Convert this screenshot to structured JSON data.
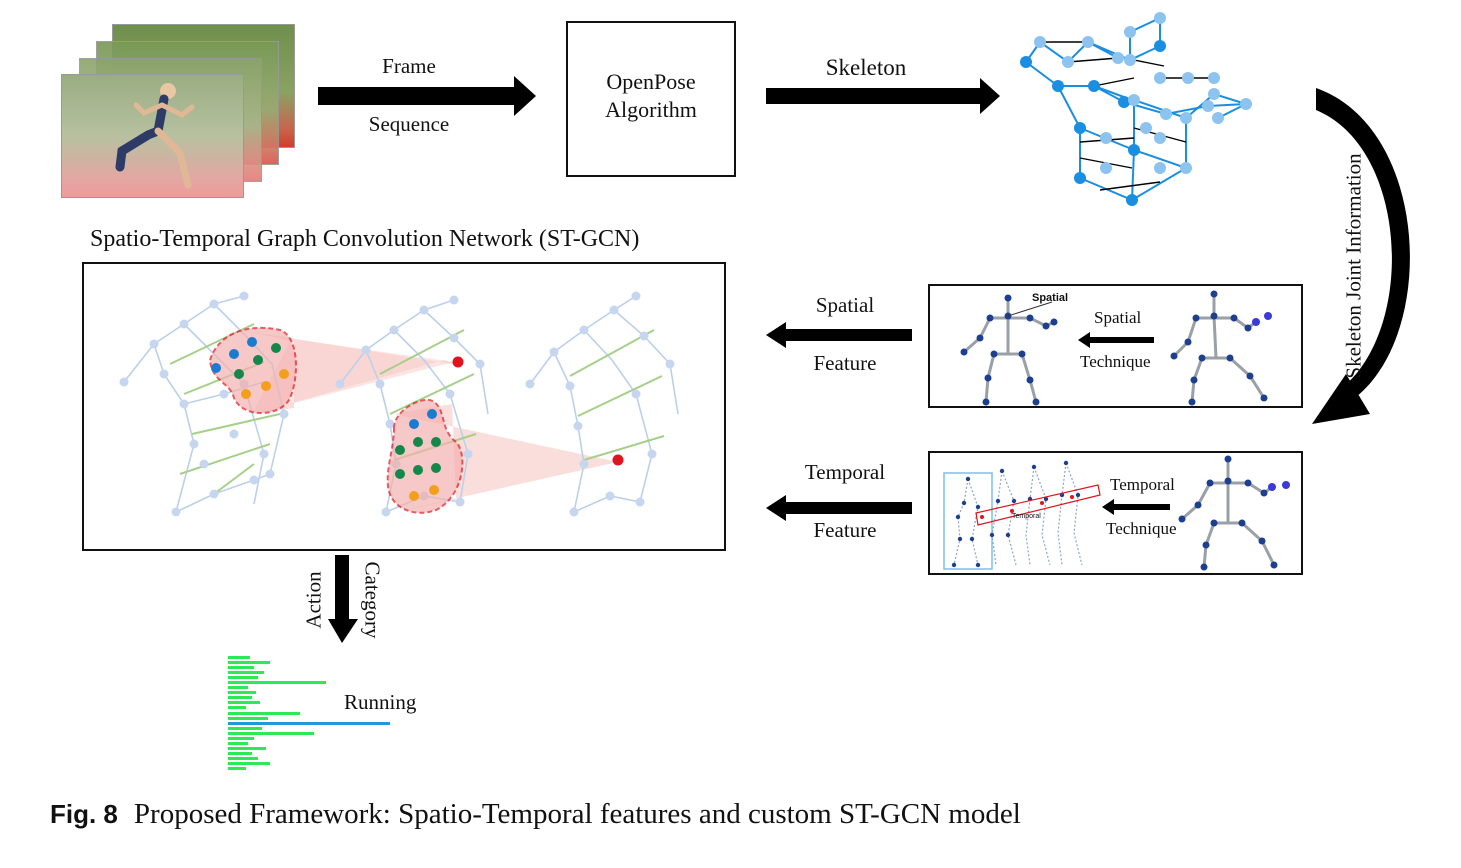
{
  "labels": {
    "frame": "Frame",
    "sequence": "Sequence",
    "openpose_line1": "OpenPose",
    "openpose_line2": "Algorithm",
    "skeleton": "Skeleton",
    "skeleton_joint_information": "Skeleton Joint Information",
    "stgcn_title": "Spatio-Temporal Graph Convolution Network (ST-GCN)",
    "spatial": "Spatial",
    "spatial_feature": "Feature",
    "spatial_technique_1": "Spatial",
    "spatial_technique_2": "Technique",
    "spatial_tag": "Spatial",
    "temporal": "Temporal",
    "temporal_feature": "Feature",
    "temporal_technique_1": "Temporal",
    "temporal_technique_2": "Technique",
    "temporal_tag": "Temporal",
    "action": "Action",
    "category": "Category",
    "result": "Running"
  },
  "caption": {
    "fig_label": "Fig. 8",
    "text": "Proposed Framework: Spatio-Temporal features and custom ST-GCN model"
  },
  "colors": {
    "arrow": "#000000",
    "node_blue": "#1a8ee0",
    "node_light": "#8cc4ef",
    "highlight_red": "#e0141e",
    "bar_green": "#2bea56",
    "bar_blue": "#1e9ad6",
    "joint_dark": "#1d3f8f"
  }
}
